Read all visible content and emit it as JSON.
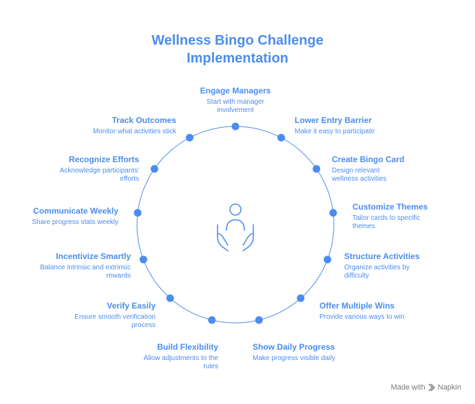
{
  "title": {
    "line1": "Wellness Bingo Challenge",
    "line2": "Implementation"
  },
  "center_icon": "person-raised-hands-icon",
  "colors": {
    "accent": "#4a8df0",
    "footer": "#7a7a7a"
  },
  "steps": [
    {
      "title": "Engage Managers",
      "desc": "Start with manager involvement"
    },
    {
      "title": "Lower Entry Barrier",
      "desc": "Make it easy to participate"
    },
    {
      "title": "Create Bingo Card",
      "desc": "Design relevant wellness activities"
    },
    {
      "title": "Customize Themes",
      "desc": "Tailor cards to specific themes"
    },
    {
      "title": "Structure Activities",
      "desc": "Organize activities by difficulty"
    },
    {
      "title": "Offer Multiple Wins",
      "desc": "Provide various ways to win"
    },
    {
      "title": "Show Daily Progress",
      "desc": "Make progress visible daily"
    },
    {
      "title": "Build Flexibility",
      "desc": "Allow adjustments to the rules"
    },
    {
      "title": "Verify Easily",
      "desc": "Ensure smooth verification process"
    },
    {
      "title": "Incentivize Smartly",
      "desc": "Balance intrinsic and extrinsic rewards"
    },
    {
      "title": "Communicate Weekly",
      "desc": "Share progress stats weekly"
    },
    {
      "title": "Recognize Efforts",
      "desc": "Acknowledge participants' efforts"
    },
    {
      "title": "Track Outcomes",
      "desc": "Monitor what activities stick"
    }
  ],
  "footer": {
    "made_with": "Made with",
    "brand": "Napkin"
  }
}
